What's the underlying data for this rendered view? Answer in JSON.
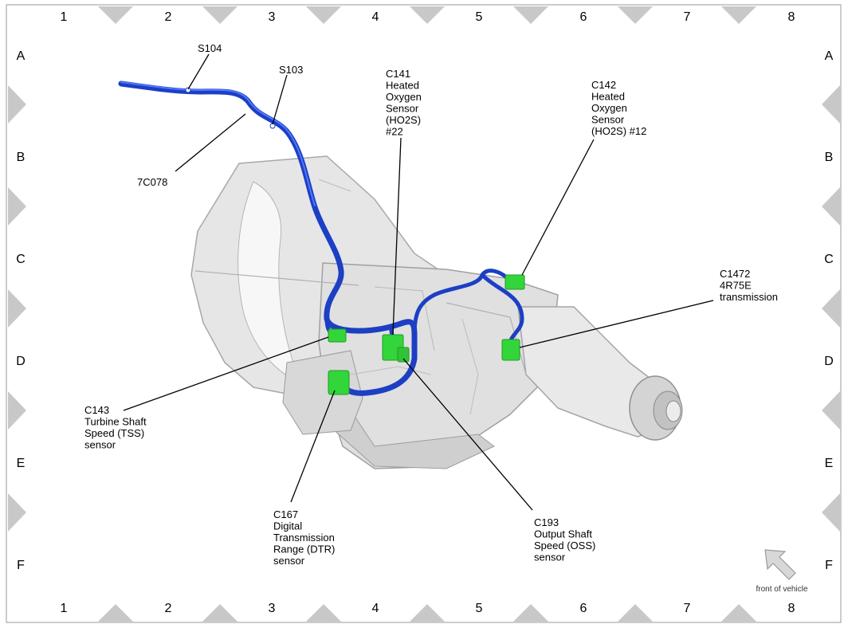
{
  "grid": {
    "columns": [
      "1",
      "2",
      "3",
      "4",
      "5",
      "6",
      "7",
      "8"
    ],
    "rows": [
      "A",
      "B",
      "C",
      "D",
      "E",
      "F"
    ]
  },
  "callouts": {
    "s104": [
      "S104"
    ],
    "s103": [
      "S103"
    ],
    "harness": [
      "7C078"
    ],
    "c141": [
      "C141",
      "Heated",
      "Oxygen",
      "Sensor",
      "(HO2S)",
      "#22"
    ],
    "c142": [
      "C142",
      "Heated",
      "Oxygen",
      "Sensor",
      "(HO2S) #12"
    ],
    "c1472": [
      "C1472",
      "4R75E",
      "transmission"
    ],
    "c143": [
      "C143",
      "Turbine Shaft",
      "Speed (TSS)",
      "sensor"
    ],
    "c167": [
      "C167",
      "Digital",
      "Transmission",
      "Range (DTR)",
      "sensor"
    ],
    "c193": [
      "C193",
      "Output Shaft",
      "Speed (OSS)",
      "sensor"
    ]
  },
  "orientation": {
    "label": "front of vehicle",
    "icon": "arrow-icon"
  },
  "colors": {
    "harness": "#1c3fc4",
    "harness_highlight": "#4f78ff",
    "connector": "#33d63a",
    "connector_dark": "#1f9a25",
    "housing": "#e6e6e6",
    "housing_shade": "#c4c4c4",
    "frame_marker": "#c8c8c8"
  }
}
